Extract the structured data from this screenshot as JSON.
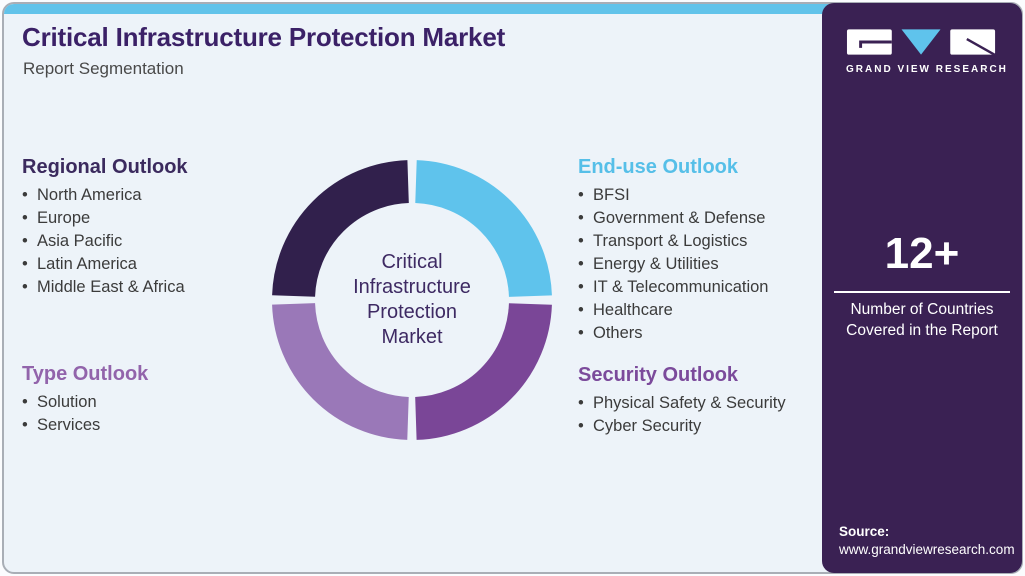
{
  "title": "Critical Infrastructure Protection Market",
  "subtitle": "Report Segmentation",
  "list_bullet": "•",
  "colors": {
    "accent_bar": "#62c3ea",
    "sidebar_bg": "#3a2153",
    "title_text": "#3b2167",
    "body_text": "#3b3b3b",
    "card_bg": "#edf3f9"
  },
  "sections": [
    {
      "id": "regional",
      "label": "Regional Outlook",
      "color": "#3b2a5e",
      "items": [
        "North America",
        "Europe",
        "Asia Pacific",
        "Latin America",
        "Middle East & Africa"
      ]
    },
    {
      "id": "type",
      "label": "Type Outlook",
      "color": "#9264ab",
      "items": [
        "Solution",
        "Services"
      ]
    },
    {
      "id": "end-use",
      "label": "End-use Outlook",
      "color": "#56bfe8",
      "items": [
        "BFSI",
        "Government & Defense",
        "Transport & Logistics",
        "Energy & Utilities",
        "IT & Telecommunication",
        "Healthcare",
        "Others"
      ]
    },
    {
      "id": "security",
      "label": "Security Outlook",
      "color": "#7b4a9b",
      "items": [
        "Physical Safety & Security",
        "Cyber Security"
      ]
    }
  ],
  "chart_data": {
    "type": "pie",
    "subtype": "donut",
    "title": "Critical Infrastructure Protection Market",
    "center_label": "Critical Infrastructure Protection Market",
    "start_angle_deg": -90,
    "direction": "clockwise",
    "legend": false,
    "segments": [
      {
        "label": "End-use Outlook",
        "value": 25,
        "color": "#5fc3ec"
      },
      {
        "label": "Security Outlook",
        "value": 25,
        "color": "#7a4697"
      },
      {
        "label": "Type Outlook",
        "value": 25,
        "color": "#9a78b8"
      },
      {
        "label": "Regional Outlook",
        "value": 25,
        "color": "#31204c"
      }
    ]
  },
  "sidebar": {
    "logo": {
      "text": "GRAND VIEW RESEARCH",
      "mark": "GVR monogram"
    },
    "stat": {
      "value": "12+",
      "label": "Number of Countries Covered in the Report"
    },
    "source": {
      "label": "Source:",
      "url": "www.grandviewresearch.com"
    }
  }
}
